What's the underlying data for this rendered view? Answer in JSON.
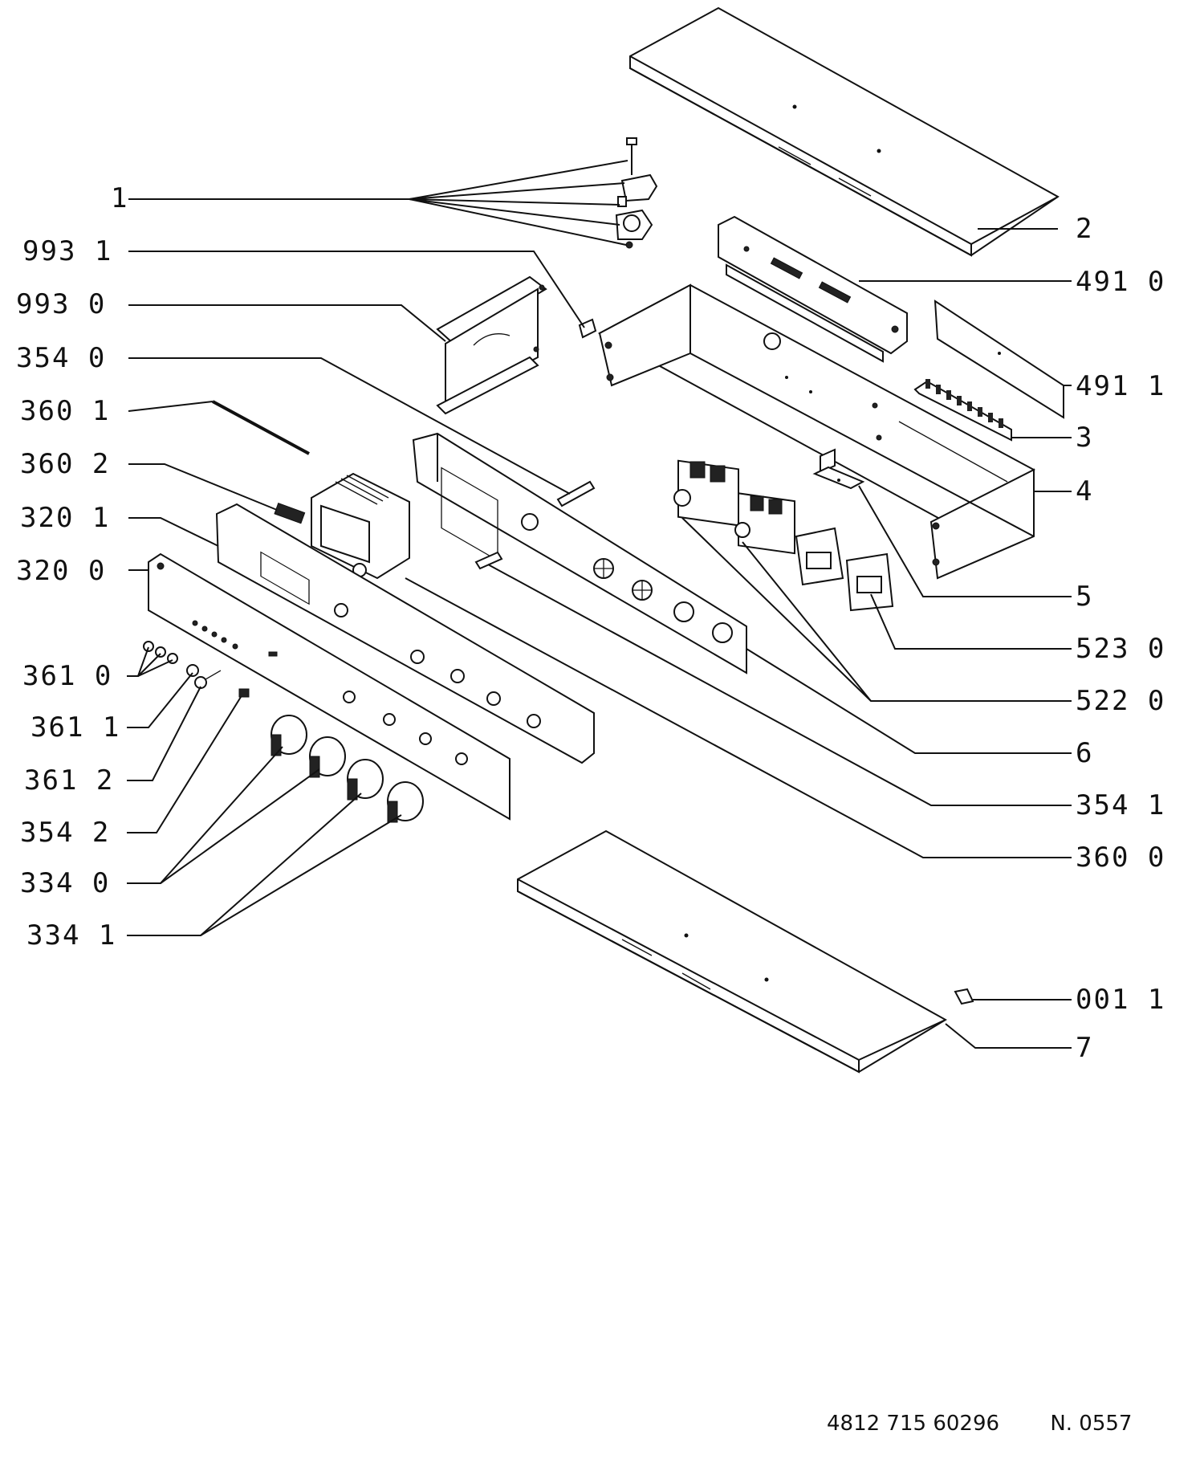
{
  "callouts": {
    "c1": "1",
    "c993_1": "993  1",
    "c993_0": "993  0",
    "c354_0": "354  0",
    "c360_1": "360  1",
    "c360_2": "360  2",
    "c320_1": "320  1",
    "c320_0": "320  0",
    "c361_0": "361  0",
    "c361_1": "361  1",
    "c361_2": "361  2",
    "c354_2": "354  2",
    "c334_0": "334  0",
    "c334_1": "334  1",
    "c2": "2",
    "c491_0": "491  0",
    "c491_1": "491  1",
    "c3": "3",
    "c4": "4",
    "c5": "5",
    "c523_0": "523  0",
    "c522_0": "522  0",
    "c6": "6",
    "c354_1": "354  1",
    "c360_0": "360  0",
    "c001_1": "001  1",
    "c7": "7"
  },
  "footer": {
    "doc_number": "4812 715 60296",
    "edition": "N. 0557"
  }
}
